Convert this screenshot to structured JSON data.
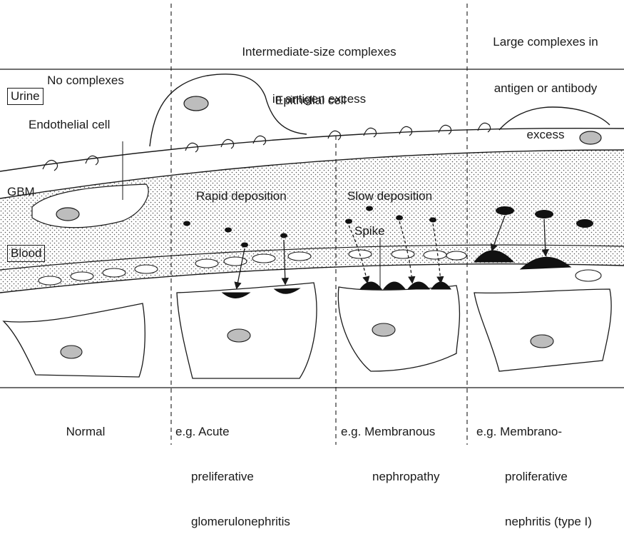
{
  "columns": [
    {
      "header": [
        "No complexes"
      ],
      "footer": [
        "Normal"
      ]
    },
    {
      "header": [
        "Intermediate-size complexes",
        "in antigen excess"
      ],
      "footer": [
        "e.g. Acute",
        "preliferative",
        "glomerulonephritis"
      ]
    },
    {
      "header": [],
      "footer": [
        "e.g. Membranous",
        "nephropathy"
      ]
    },
    {
      "header": [
        "Large complexes in",
        "antigen or antibody",
        "excess"
      ],
      "footer": [
        "e.g. Membrano-",
        "proliferative",
        "nephritis (type I)"
      ]
    }
  ],
  "labels": {
    "urine": "Urine",
    "blood": "Blood",
    "gbm": "GBM",
    "endothelial": "Endothelial cell",
    "epithelial": "Epithelial cell",
    "rapid": "Rapid deposition",
    "slow": "Slow deposition",
    "spike": "Spike"
  },
  "colors": {
    "ink": "#1a1a1a",
    "nucleus": "#bdbdbd",
    "deposit": "#111111"
  }
}
